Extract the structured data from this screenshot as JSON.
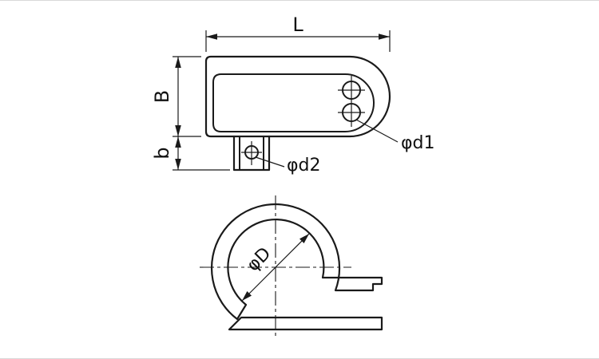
{
  "page": {
    "background": "#ffffff",
    "edge_border_color": "#d9d9d9"
  },
  "drawing": {
    "line_color": "#1a1a1a",
    "views": {
      "top_view": "clamp-top-view",
      "front_view": "clamp-front-view"
    },
    "labels": {
      "length": "L",
      "body_height": "B",
      "tab_height": "b",
      "hole_large": "φd1",
      "hole_small": "φd2",
      "inner_diameter": "φD"
    }
  }
}
